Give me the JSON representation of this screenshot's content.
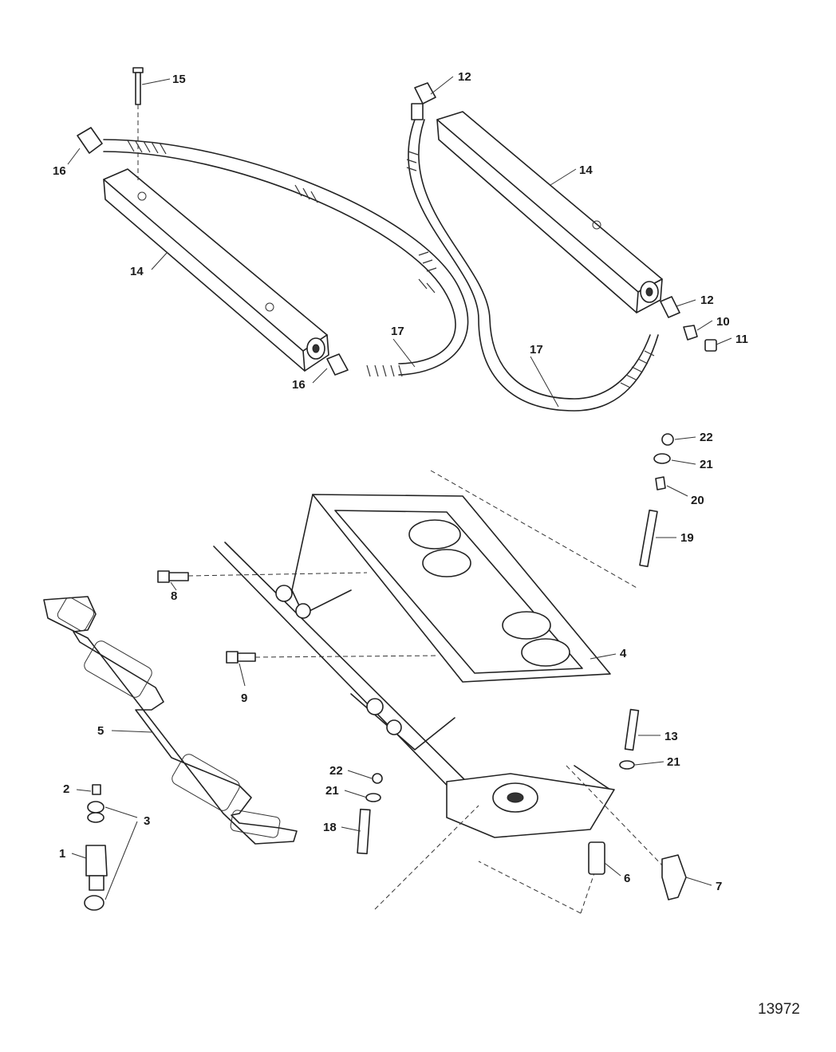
{
  "callouts": {
    "c1": "1",
    "c2": "2",
    "c3": "3",
    "c4": "4",
    "c5": "5",
    "c6": "6",
    "c7": "7",
    "c8": "8",
    "c9": "9",
    "c10": "10",
    "c11": "11",
    "c12a": "12",
    "c12b": "12",
    "c13": "13",
    "c14a": "14",
    "c14b": "14",
    "c15": "15",
    "c16a": "16",
    "c16b": "16",
    "c17a": "17",
    "c17b": "17",
    "c18": "18",
    "c19": "19",
    "c20": "20",
    "c21a": "21",
    "c21b": "21",
    "c21c": "21",
    "c22a": "22",
    "c22b": "22"
  },
  "document_id": "13972"
}
